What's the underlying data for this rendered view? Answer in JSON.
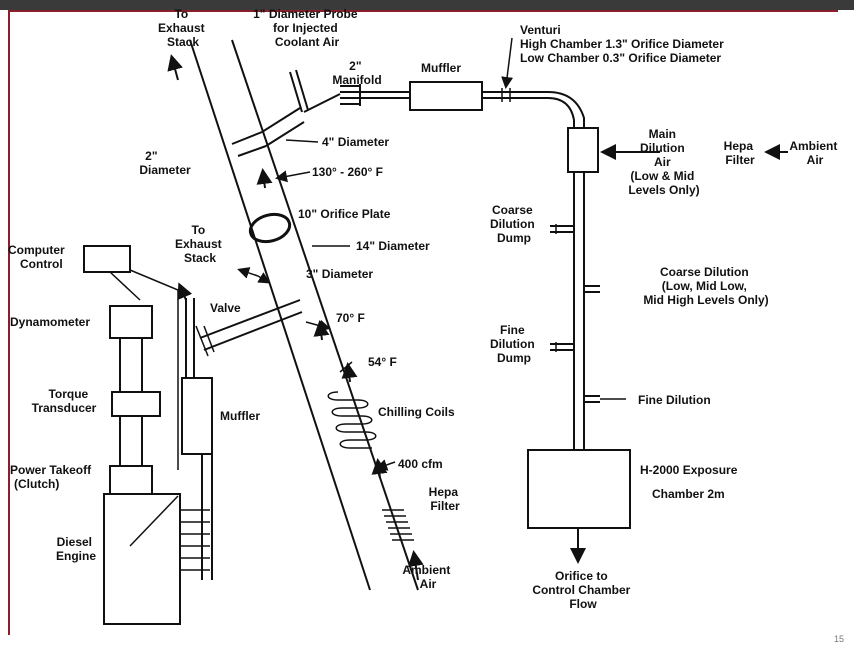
{
  "labels": {
    "to_exhaust_stack_top": [
      "To",
      "Exhaust",
      "Stack"
    ],
    "probe": [
      "1\" Diameter Probe",
      "for Injected",
      "Coolant Air"
    ],
    "manifold": [
      "2\"",
      "Manifold"
    ],
    "muffler_top": "Muffler",
    "venturi": [
      "Venturi",
      "High Chamber 1.3\" Orifice Diameter",
      "Low Chamber 0.3\" Orifice Diameter"
    ],
    "four_in": "4\" Diameter",
    "two_in": [
      "2\"",
      "Diameter"
    ],
    "temp_high": "130° - 260° F",
    "orifice_plate": "10\" Orifice Plate",
    "fourteen_in": "14\" Diameter",
    "to_exhaust_stack_mid": [
      "To",
      "Exhaust",
      "Stack"
    ],
    "three_in": "3\" Diameter",
    "valve": "Valve",
    "temp_70": "70° F",
    "temp_54": "54° F",
    "chilling_coils": "Chilling Coils",
    "cfm": "400 cfm",
    "hepa_left": [
      "Hepa",
      "Filter"
    ],
    "ambient_left": [
      "Ambient",
      "Air"
    ],
    "computer_control": [
      "Computer",
      "Control"
    ],
    "dynamometer": "Dynamometer",
    "torque": [
      "Torque",
      "Transducer"
    ],
    "power": [
      "Power Takeoff",
      "(Clutch)"
    ],
    "diesel": [
      "Diesel",
      "Engine"
    ],
    "muffler_left": "Muffler",
    "main_dilution": [
      "Main",
      "Dilution",
      "Air",
      "(Low & Mid",
      "Levels Only)"
    ],
    "hepa_right": [
      "Hepa",
      "Filter"
    ],
    "ambient_right": [
      "Ambient",
      "Air"
    ],
    "coarse_dump": [
      "Coarse",
      "Dilution",
      "Dump"
    ],
    "coarse_dilution": [
      "Coarse Dilution",
      "(Low, Mid Low,",
      "Mid High Levels Only)"
    ],
    "fine_dump": [
      "Fine",
      "Dilution",
      "Dump"
    ],
    "fine_dilution": "Fine Dilution",
    "chamber": [
      "H-2000 Exposure",
      "Chamber 2m"
    ],
    "orifice_flow": [
      "Orifice to",
      "Control Chamber",
      "Flow"
    ],
    "page_number": "15"
  }
}
